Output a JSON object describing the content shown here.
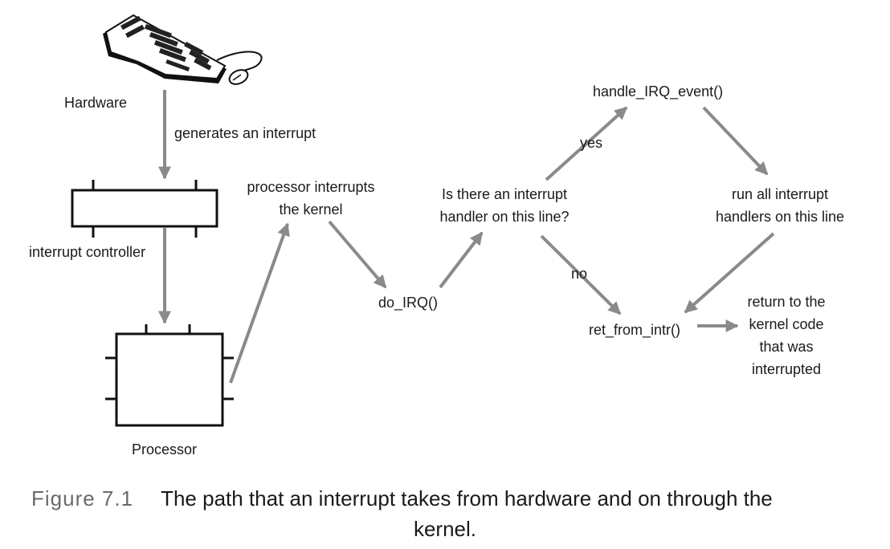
{
  "colors": {
    "arrow": "#8a8a8a",
    "outline": "#111111",
    "caption_number": "#6a6a6a"
  },
  "nodes": {
    "hardware_icon": "keyboard-icon",
    "hardware": "Hardware",
    "generates": "generates an interrupt",
    "controller": "interrupt controller",
    "processor": "Processor",
    "proc_interrupts": [
      "processor interrupts",
      "the kernel"
    ],
    "do_irq": "do_IRQ()",
    "question": [
      "Is there an interrupt",
      "handler on this line?"
    ],
    "yes": "yes",
    "no": "no",
    "handle_event": "handle_IRQ_event()",
    "run_all": [
      "run all interrupt",
      "handlers on this line"
    ],
    "ret_from_intr": "ret_from_intr()",
    "return_to": [
      "return to  the",
      "kernel code",
      "that was",
      "interrupted"
    ]
  },
  "caption": {
    "number": "Figure 7.1",
    "text_line1": "The path that an interrupt takes from hardware and on through the",
    "text_line2": "kernel."
  }
}
